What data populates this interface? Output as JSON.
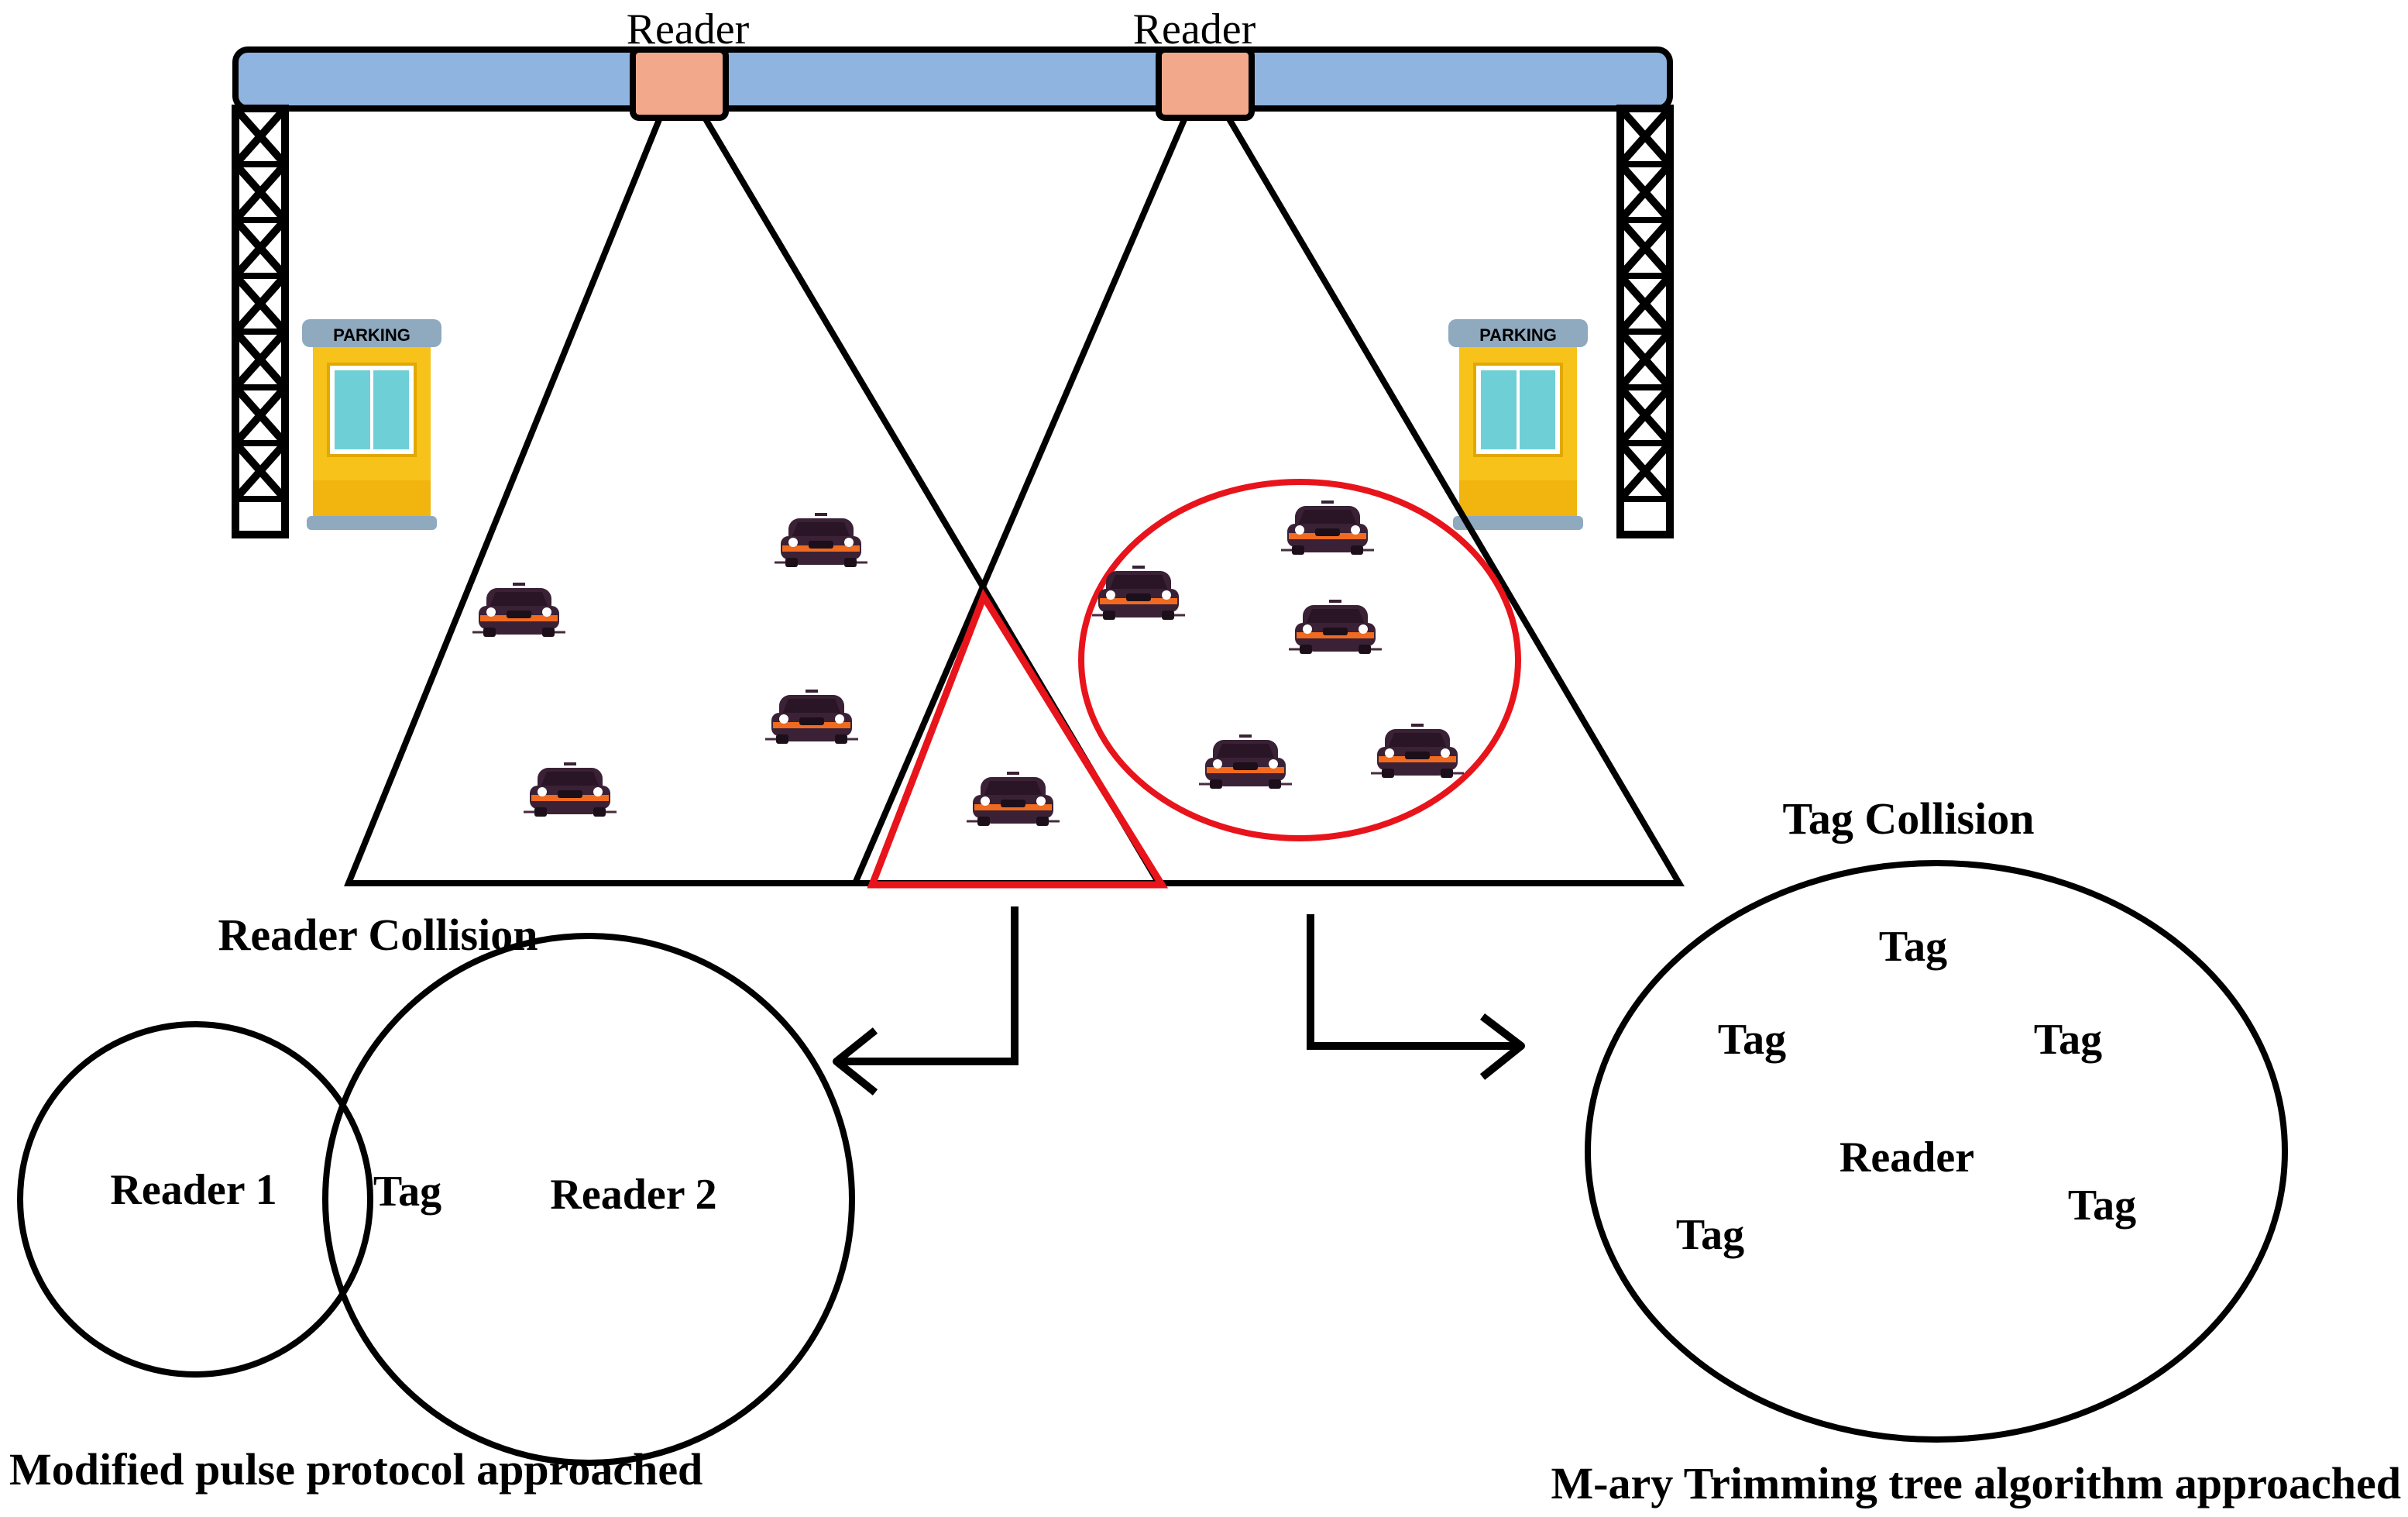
{
  "readers": {
    "left_label": "Reader",
    "right_label": "Reader"
  },
  "booths": {
    "left_sign": "PARKING",
    "right_sign": "PARKING"
  },
  "reader_collision": {
    "title": "Reader Collision",
    "left_label": "Reader 1",
    "center_label": "Tag",
    "right_label": "Reader 2",
    "caption": "Modified pulse protocol approached"
  },
  "tag_collision": {
    "title": "Tag Collision",
    "tags": [
      "Tag",
      "Tag",
      "Tag",
      "Tag",
      "Tag"
    ],
    "reader_label": "Reader",
    "caption": "M-ary Trimming tree algorithm approached"
  },
  "colors": {
    "beam": "#8fb4df",
    "reader_box": "#f2a98b",
    "collision": "#e8141b",
    "booth": "#f7c21a",
    "booth_glass": "#6fcfd6",
    "car_body": "#3a2135",
    "car_accent": "#f06a1f"
  }
}
